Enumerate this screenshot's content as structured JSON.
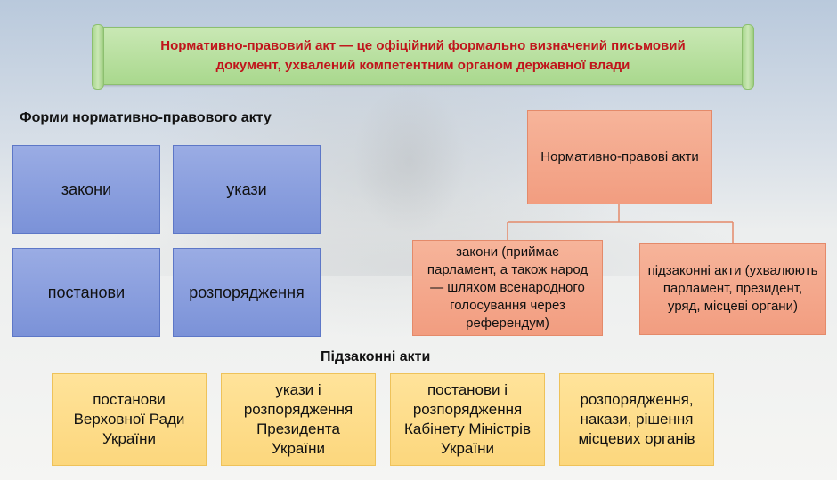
{
  "banner": {
    "text_line1": "Нормативно-правовий акт — це офіційний формально визначений письмовий",
    "text_line2": "документ, ухвалений компетентним органом державної влади"
  },
  "forms": {
    "heading": "Форми нормативно-правового акту",
    "items": [
      "закони",
      "укази",
      "постанови",
      "розпорядження"
    ]
  },
  "tree": {
    "root": "Нормативно-правові акти",
    "left": "закони (приймає парламент, а також народ — шляхом всенародного голосування через референдум)",
    "right": "підзаконні акти (ухвалюють парламент, президент, уряд, місцеві органи)"
  },
  "bylaws": {
    "heading": "Підзаконні акти",
    "items": [
      "постанови Верховної Ради України",
      "укази і розпорядження Президента України",
      "постанови і розпорядження Кабінету Міністрів України",
      "розпорядження, накази, рішення місцевих органів"
    ]
  },
  "colors": {
    "banner_text": "#c0141b",
    "banner_bg": "#a9d88d",
    "forms_box": "#8ea2df",
    "tree_box": "#f3a487",
    "bylaw_box": "#fedd8a"
  }
}
